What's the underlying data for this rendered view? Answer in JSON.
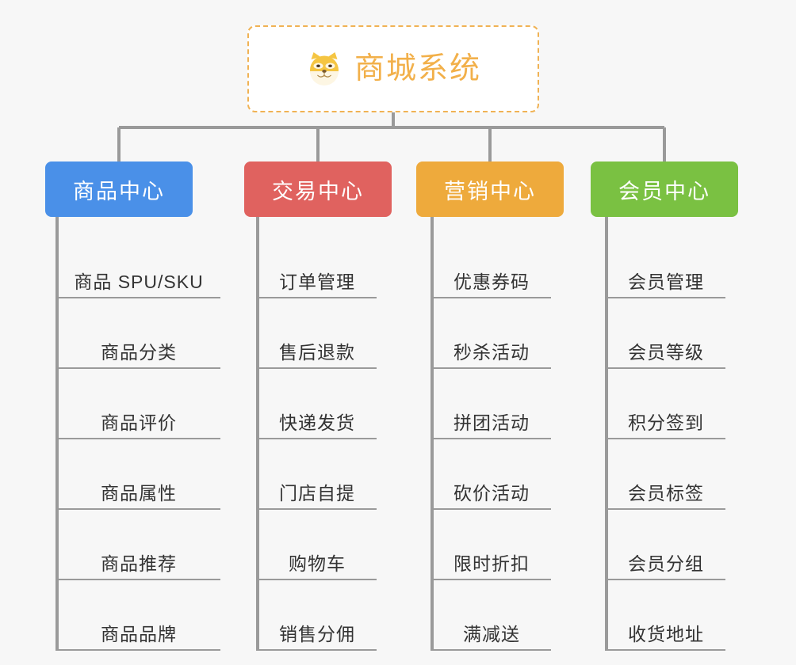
{
  "background_color": "#f7f7f7",
  "root": {
    "title": "商城系统",
    "icon": "shiba-dog-icon",
    "text_color": "#f2b04a",
    "border_color": "#f0b254",
    "fill_color": "#ffffff"
  },
  "connector": {
    "color": "#9a9a9a"
  },
  "categories": [
    {
      "label": "商品中心",
      "color": "#4a90e8",
      "items": [
        "商品 SPU/SKU",
        "商品分类",
        "商品评价",
        "商品属性",
        "商品推荐",
        "商品品牌"
      ]
    },
    {
      "label": "交易中心",
      "color": "#e0625f",
      "items": [
        "订单管理",
        "售后退款",
        "快递发货",
        "门店自提",
        "购物车",
        "销售分佣"
      ]
    },
    {
      "label": "营销中心",
      "color": "#eeaa3c",
      "items": [
        "优惠券码",
        "秒杀活动",
        "拼团活动",
        "砍价活动",
        "限时折扣",
        "满减送"
      ]
    },
    {
      "label": "会员中心",
      "color": "#7ac142",
      "items": [
        "会员管理",
        "会员等级",
        "积分签到",
        "会员标签",
        "会员分组",
        "收货地址"
      ]
    }
  ]
}
